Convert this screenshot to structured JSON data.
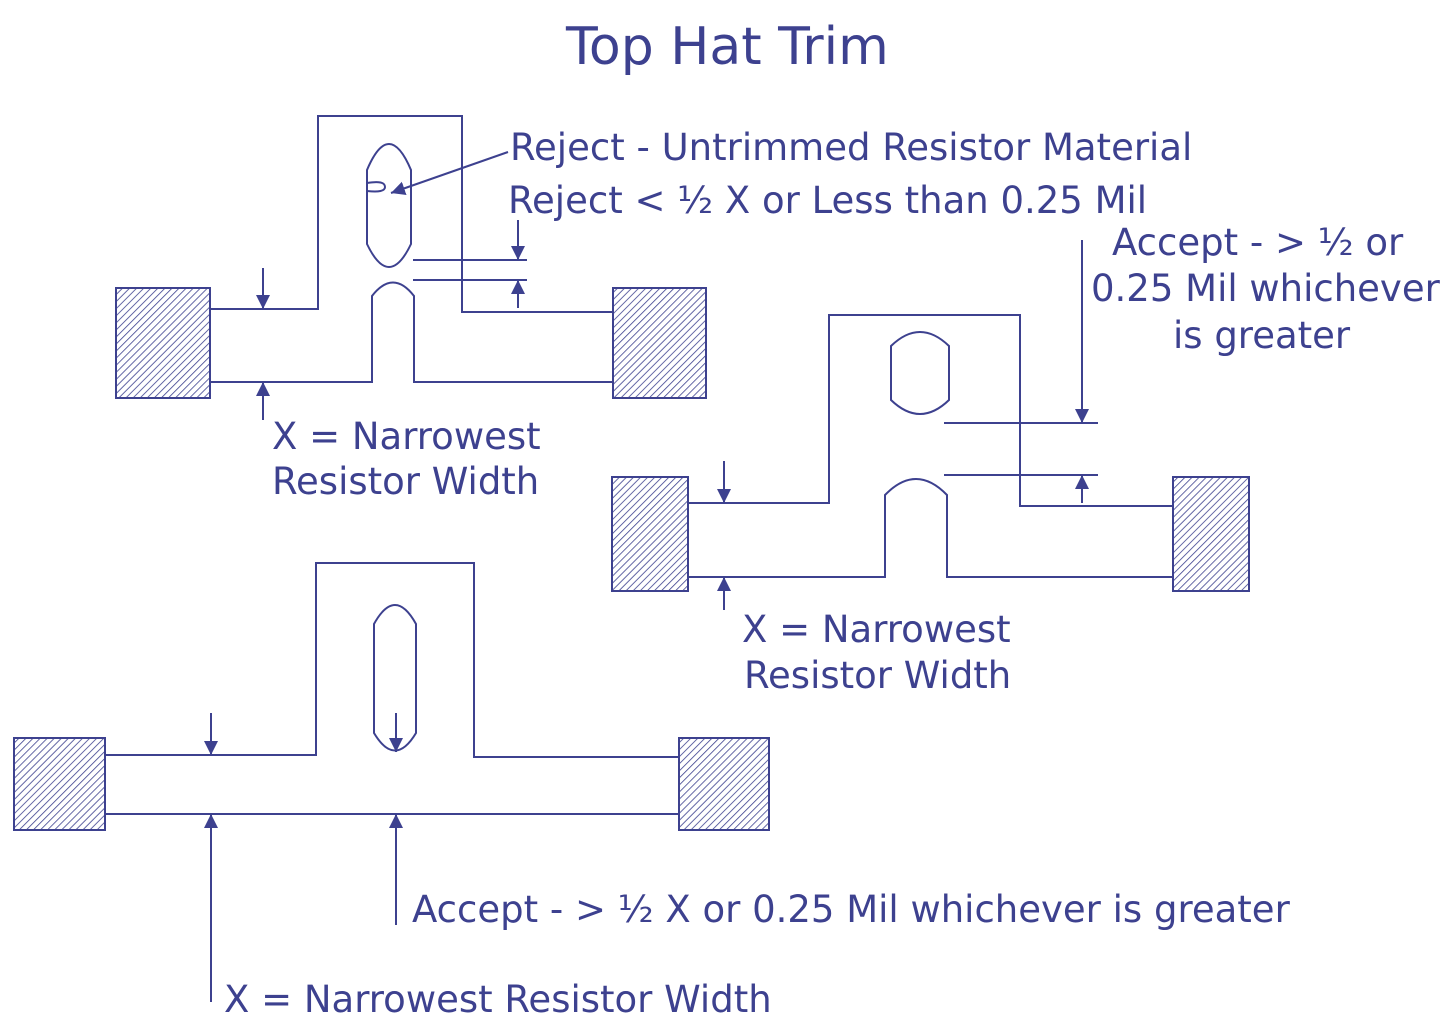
{
  "title": "Top Hat Trim",
  "colors": {
    "ink": "#3d418f",
    "background": "#ffffff"
  },
  "top_left": {
    "reject_untrimmed": "Reject - Untrimmed Resistor Material",
    "reject_half": "Reject < ½ X or Less than 0.25 Mil",
    "x_line1": "X = Narrowest",
    "x_line2": "Resistor Width"
  },
  "right": {
    "accept_line1": "Accept - > ½ or",
    "accept_line2": "0.25 Mil whichever",
    "accept_line3": "is greater",
    "x_line1": "X = Narrowest",
    "x_line2": "Resistor Width"
  },
  "bottom": {
    "accept": "Accept - > ½ X or 0.25 Mil whichever is greater",
    "x_label": "X = Narrowest Resistor Width"
  }
}
